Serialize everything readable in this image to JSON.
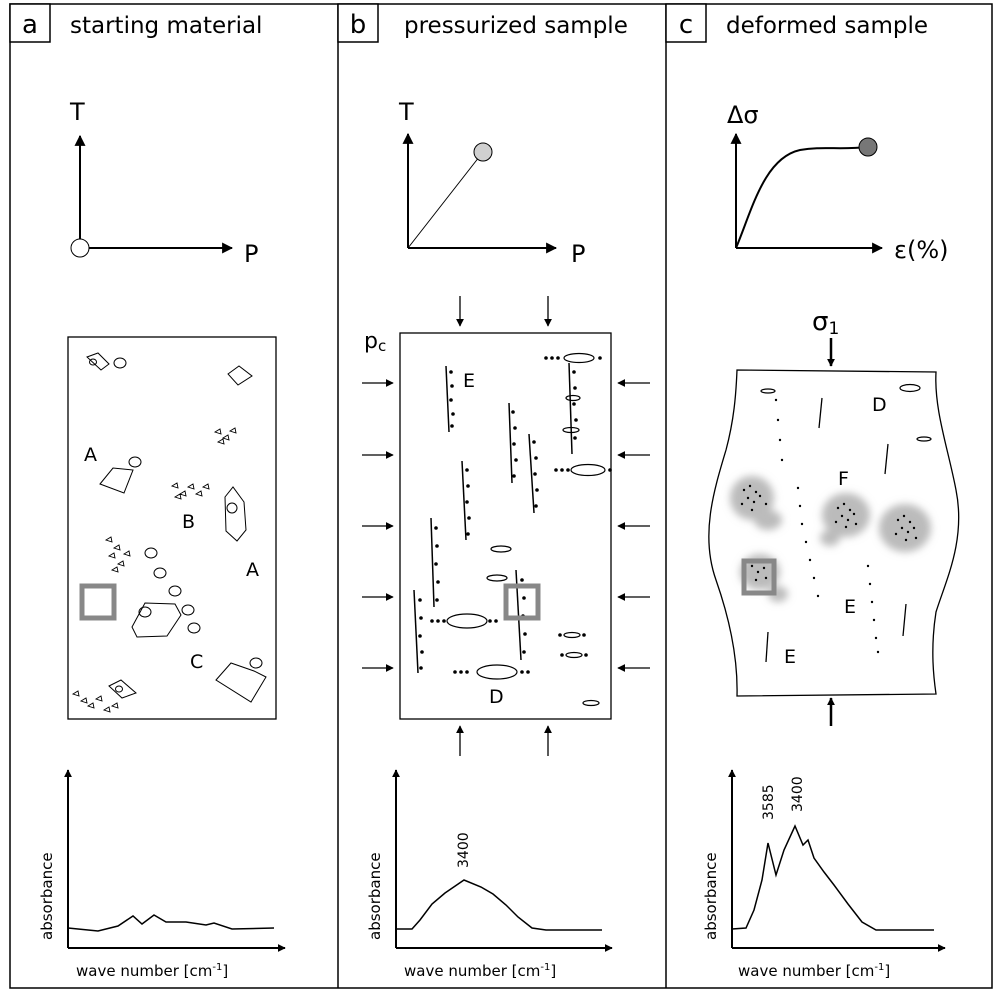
{
  "panels": [
    {
      "letter": "a",
      "title": "starting material",
      "pt_axes": {
        "y": "T",
        "x": "P"
      },
      "field_labels": [
        "A",
        "B",
        "A",
        "C"
      ],
      "spectrum": {
        "ylabel": "absorbance",
        "xlabel": "wave number [cm",
        "xlabel_sup": "-1",
        "xlabel_end": "]",
        "peak_labels": []
      }
    },
    {
      "letter": "b",
      "title": "pressurized sample",
      "pt_axes": {
        "y": "T",
        "x": "P"
      },
      "confining_label": "p",
      "confining_sub": "c",
      "field_labels": [
        "E",
        "D"
      ],
      "spectrum": {
        "ylabel": "absorbance",
        "xlabel": "wave number [cm",
        "xlabel_sup": "-1",
        "xlabel_end": "]",
        "peak_labels": [
          "3400"
        ]
      }
    },
    {
      "letter": "c",
      "title": "deformed sample",
      "pt_axes": {
        "y": "Δσ",
        "x": "ε(%)"
      },
      "stress_label": "σ",
      "stress_sub": "1",
      "field_labels": [
        "D",
        "F",
        "E",
        "E"
      ],
      "spectrum": {
        "ylabel": "absorbance",
        "xlabel": "wave number [cm",
        "xlabel_sup": "-1",
        "xlabel_end": "]",
        "peak_labels": [
          "3585",
          "3400"
        ]
      }
    }
  ]
}
